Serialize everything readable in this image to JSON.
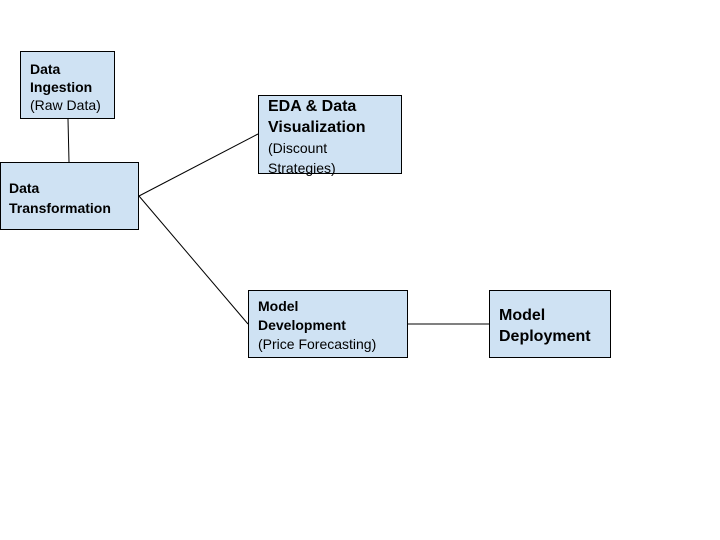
{
  "diagram": {
    "nodes": {
      "ingestion": {
        "title": "Data\nIngestion",
        "subtitle": "(Raw Data)"
      },
      "transformation": {
        "title": "Data\nTransformation"
      },
      "eda": {
        "title": "EDA & Data\nVisualization",
        "subtitle": "(Discount\nStrategies)"
      },
      "development": {
        "title": "Model\nDevelopment",
        "subtitle": "(Price Forecasting)"
      },
      "deployment": {
        "title": "Model\nDeployment"
      }
    },
    "colors": {
      "node_fill": "#cfe2f3",
      "node_border": "#000000",
      "connector": "#000000"
    }
  }
}
